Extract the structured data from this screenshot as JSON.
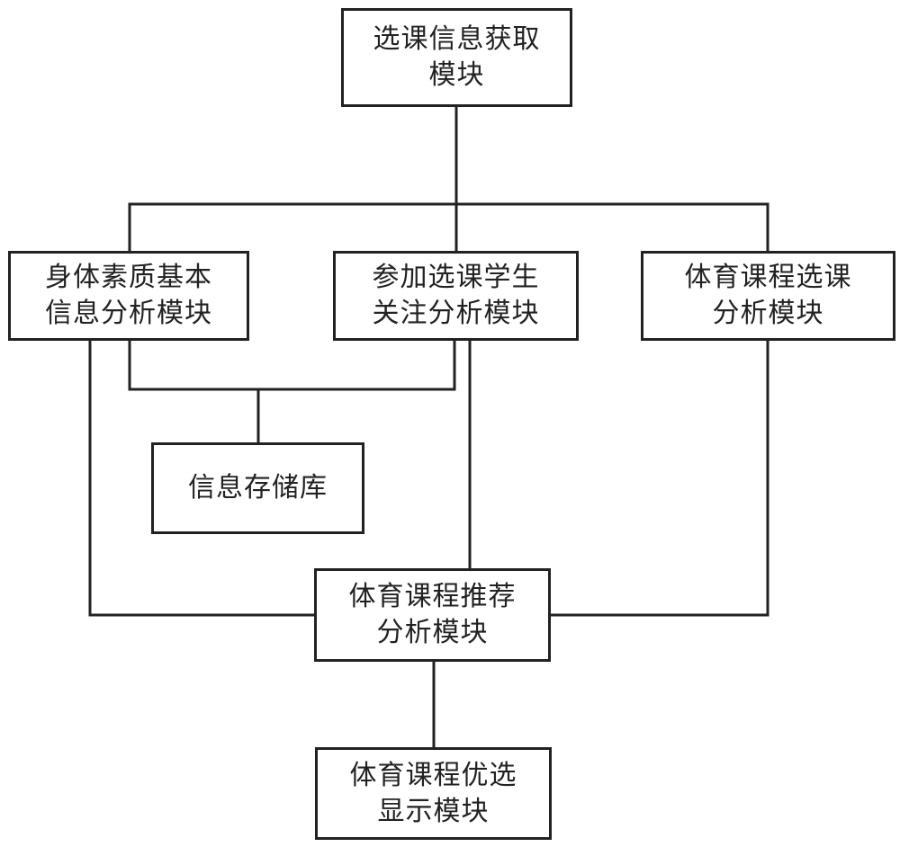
{
  "diagram": {
    "boxes": {
      "acquire": "选课信息获取\n模块",
      "physical": "身体素质基本\n信息分析模块",
      "attention": "参加选课学生\n关注分析模块",
      "selection": "体育课程选课\n分析模块",
      "storage": "信息存储库",
      "recommend": "体育课程推荐\n分析模块",
      "display": "体育课程优选\n显示模块"
    },
    "colors": {
      "stroke": "#222222",
      "text": "#222222",
      "background": "#ffffff"
    }
  }
}
